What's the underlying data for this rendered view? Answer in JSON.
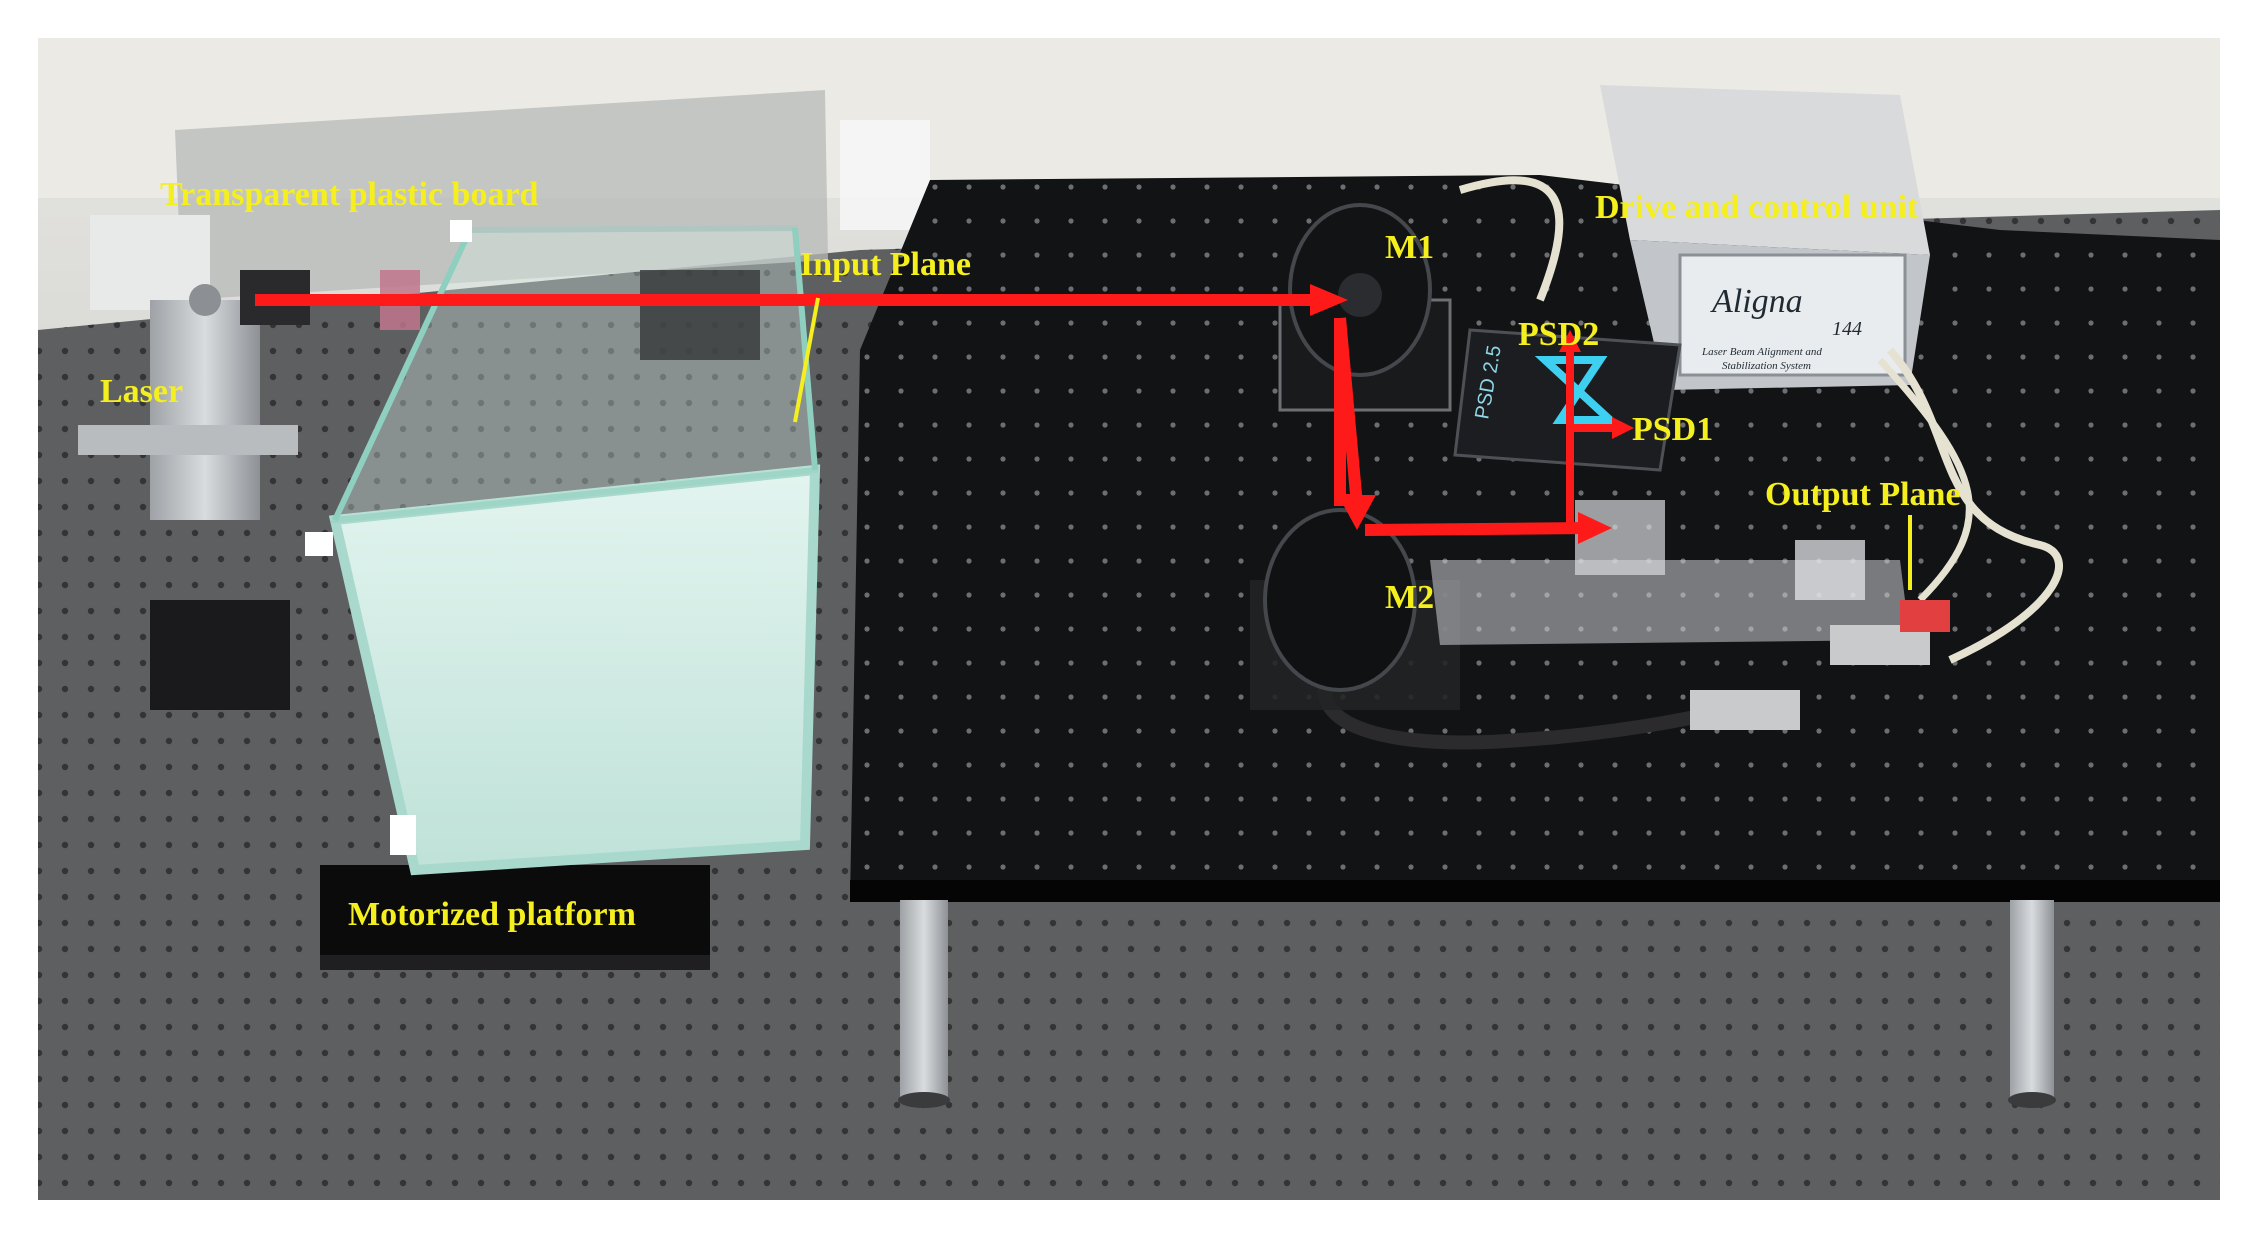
{
  "labels": {
    "transparent_board": "Transparent plastic board",
    "input_plane": "Input Plane",
    "laser": "Laser",
    "m1": "M1",
    "m2": "M2",
    "psd1": "PSD1",
    "psd2": "PSD2",
    "drive_unit": "Drive and control unit",
    "output_plane": "Output Plane",
    "motorized_platform": "Motorized platform"
  },
  "device_text": {
    "aligna_logo": "Aligna",
    "aligna_model": "144",
    "aligna_tagline_1": "Laser Beam Alignment and",
    "aligna_tagline_2": "Stabilization System",
    "psd_board_mark": "PSD 2.5"
  },
  "colors": {
    "label": "#f5ef1e",
    "beam": "#ff1a1a",
    "psd_arrow": "#ff1a1a",
    "background_wall": "#c9ccce",
    "optical_table": "#5a5a5c",
    "breadboard": "#111214",
    "tank_water": "#cfe9e2"
  }
}
